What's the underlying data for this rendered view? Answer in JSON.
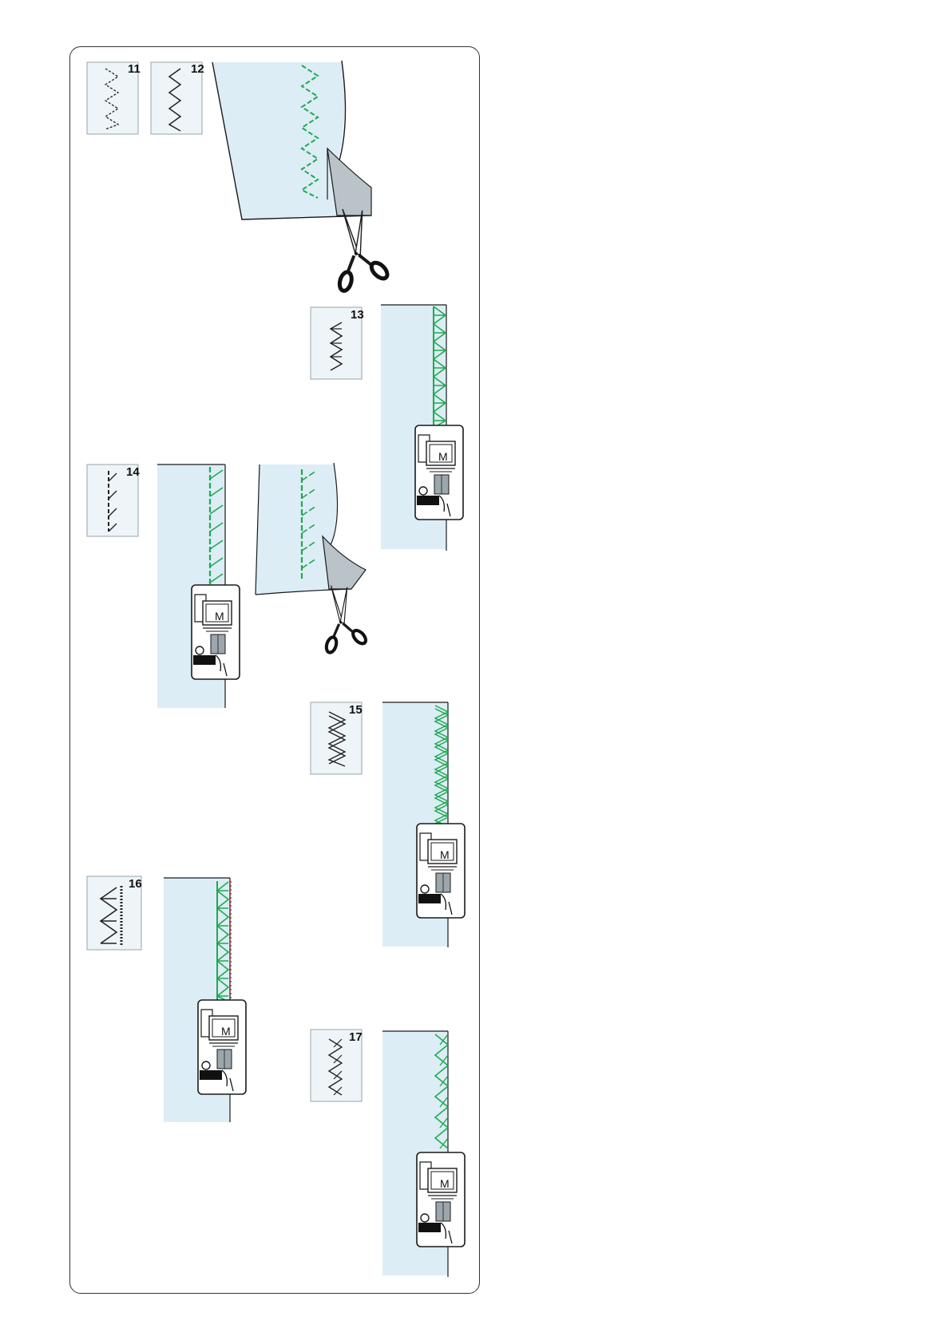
{
  "colors": {
    "fabric": "#dcedf5",
    "stitch": "#1faa4f",
    "line": "#1a1a1a",
    "fold": "#b9c3c8",
    "stitch_accent": "#d9342b"
  },
  "stitch_icons": [
    {
      "number": "11",
      "pattern": "zigzag-dashed-icon"
    },
    {
      "number": "12",
      "pattern": "zigzag-icon"
    },
    {
      "number": "13",
      "pattern": "overlock-triangle-icon"
    },
    {
      "number": "14",
      "pattern": "blind-overedge-icon"
    },
    {
      "number": "15",
      "pattern": "double-overlock-icon"
    },
    {
      "number": "16",
      "pattern": "super-overlock-icon"
    },
    {
      "number": "17",
      "pattern": "knit-overlock-icon"
    }
  ],
  "presser_foot": {
    "label": "M"
  }
}
